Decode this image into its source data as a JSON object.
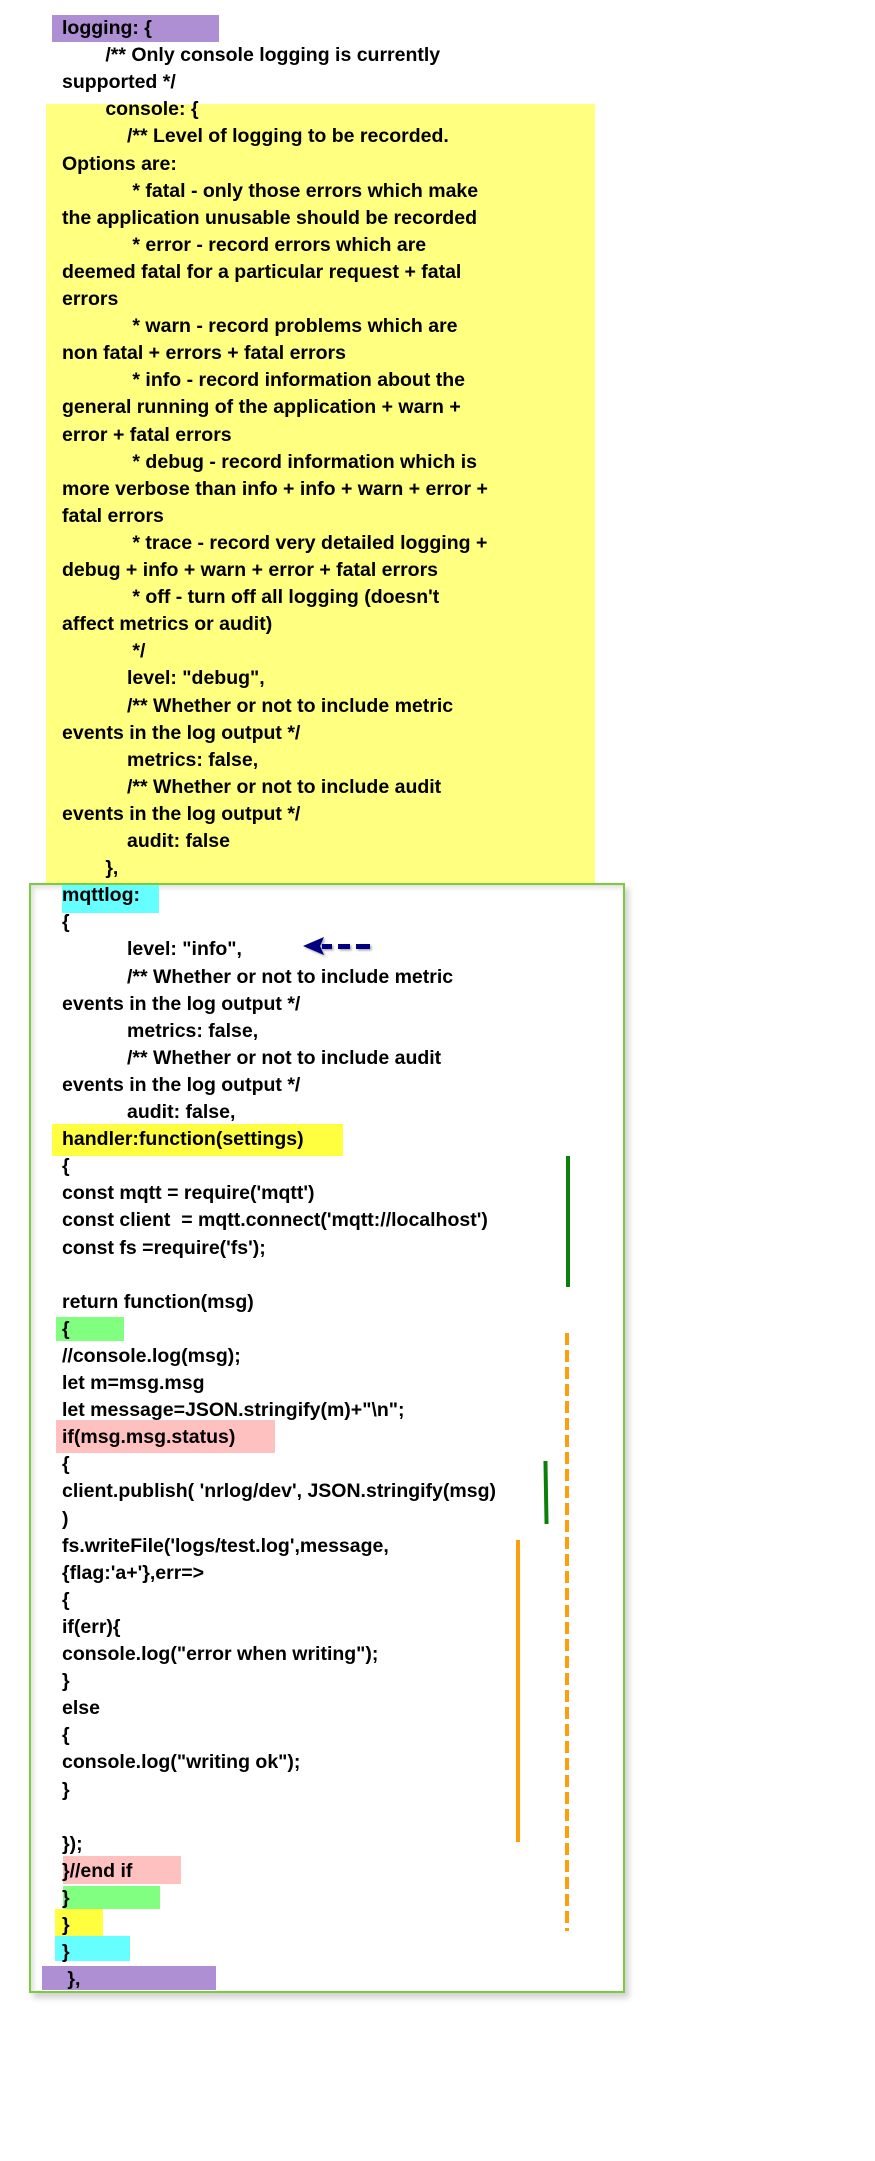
{
  "colors": {
    "logging_block": "#AF8FD3",
    "console_block": "#FFFF80",
    "mqttlog_block": "#66FFFF",
    "handler_block": "#FFFF40",
    "return_block": "#80FF80",
    "if_block": "#FFC0C0",
    "frame_border": "#7ACC3C",
    "bracket_line_green": "#0A7F0A",
    "bracket_line_orange": "#FF9E0C",
    "arrow": "#000080"
  },
  "annotations": {
    "arrow_target": "level: \"info\",",
    "arrow_icon": "dashed-left-arrow"
  },
  "code": {
    "lines": [
      "logging: {",
      "        /** Only console logging is currently",
      "supported */",
      "        console: {",
      "            /** Level of logging to be recorded.",
      "Options are:",
      "             * fatal - only those errors which make",
      "the application unusable should be recorded",
      "             * error - record errors which are",
      "deemed fatal for a particular request + fatal",
      "errors",
      "             * warn - record problems which are",
      "non fatal + errors + fatal errors",
      "             * info - record information about the",
      "general running of the application + warn +",
      "error + fatal errors",
      "             * debug - record information which is",
      "more verbose than info + info + warn + error +",
      "fatal errors",
      "             * trace - record very detailed logging +",
      "debug + info + warn + error + fatal errors",
      "             * off - turn off all logging (doesn't",
      "affect metrics or audit)",
      "             */",
      "            level: \"debug\",",
      "            /** Whether or not to include metric",
      "events in the log output */",
      "            metrics: false,",
      "            /** Whether or not to include audit",
      "events in the log output */",
      "            audit: false",
      "        },",
      "mqttlog:",
      "{",
      "            level: \"info\",",
      "            /** Whether or not to include metric",
      "events in the log output */",
      "            metrics: false,",
      "            /** Whether or not to include audit",
      "events in the log output */",
      "            audit: false,",
      "handler:function(settings)",
      "{",
      "const mqtt = require('mqtt')",
      "const client  = mqtt.connect('mqtt://localhost')",
      "const fs =require('fs');",
      "",
      "return function(msg)",
      "{",
      "//console.log(msg);",
      "let m=msg.msg",
      "let message=JSON.stringify(m)+\"\\n\";",
      "if(msg.msg.status)",
      "{",
      "client.publish( 'nrlog/dev', JSON.stringify(msg)",
      ")",
      "fs.writeFile('logs/test.log',message,",
      "{flag:'a+'},err=>",
      "{",
      "if(err){",
      "console.log(\"error when writing\");",
      "}",
      "else",
      "{",
      "console.log(\"writing ok\");",
      "}",
      "",
      "});",
      "}//end if",
      "}",
      "}",
      "}",
      " },"
    ]
  }
}
